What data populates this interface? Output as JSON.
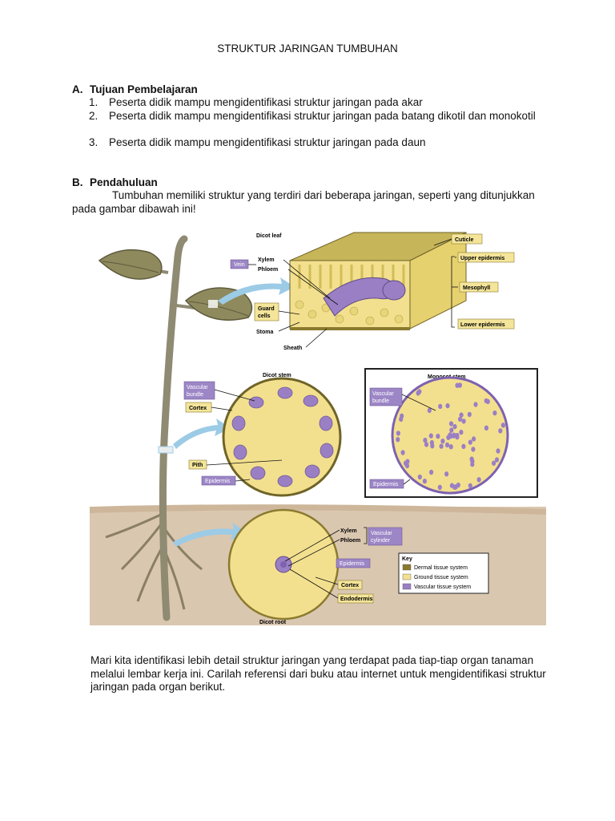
{
  "document": {
    "title": "STRUKTUR JARINGAN TUMBUHAN",
    "section_a": {
      "letter": "A.",
      "heading": "Tujuan Pembelajaran",
      "items": [
        {
          "num": "1.",
          "text": "Peserta didik mampu mengidentifikasi struktur jaringan pada akar"
        },
        {
          "num": "2.",
          "text": "Peserta didik mampu mengidentifikasi struktur jaringan pada batang dikotil dan monokotil"
        },
        {
          "num": "3.",
          "text": "Peserta didik mampu mengidentifikasi struktur jaringan pada daun"
        }
      ]
    },
    "section_b": {
      "letter": "B.",
      "heading": "Pendahuluan",
      "paragraph": "Tumbuhan memiliki struktur yang terdiri dari beberapa jaringan, seperti yang ditunjukkan pada gambar dibawah ini!"
    },
    "closing": "Mari kita identifikasi lebih detail struktur jaringan yang terdapat pada tiap-tiap organ tanaman melalui lembar kerja ini. Carilah referensi dari buku atau internet untuk mengidentifikasi struktur jaringan pada organ berikut."
  },
  "figure": {
    "leaf_title": "Dicot leaf",
    "leaf_labels": {
      "vein": "Vein",
      "xylem": "Xylem",
      "phloem": "Phloem",
      "guard": "Guard",
      "cells": "cells",
      "stoma": "Stoma",
      "sheath": "Sheath",
      "cuticle": "Cuticle",
      "upper_epidermis": "Upper epidermis",
      "mesophyll": "Mesophyll",
      "lower_epidermis": "Lower epidermis"
    },
    "dicot_stem_title": "Dicot stem",
    "dicot_stem_labels": {
      "vascular": "Vascular",
      "bundle": "bundle",
      "cortex": "Cortex",
      "pith": "Pith",
      "epidermis": "Epidermis"
    },
    "monocot_stem_title": "Monocot stem",
    "monocot_stem_labels": {
      "vascular": "Vascular",
      "bundle": "bundle",
      "epidermis": "Epidermis"
    },
    "root_title": "Dicot root",
    "root_labels": {
      "xylem": "Xylem",
      "phloem": "Phloem",
      "vascular": "Vascular",
      "cylinder": "cylinder",
      "epidermis": "Epidermis",
      "cortex": "Cortex",
      "endodermis": "Endodermis"
    },
    "key": {
      "title": "Key",
      "items": [
        {
          "label": "Dermal tissue system",
          "color": "#8a7a2e"
        },
        {
          "label": "Ground tissue system",
          "color": "#f3e08e"
        },
        {
          "label": "Vascular tissue system",
          "color": "#9b7fc4"
        }
      ]
    },
    "colors": {
      "ground": "#f3e08e",
      "dermal": "#8a7a2e",
      "vascular": "#9b7fc4",
      "vascular_dark": "#7e62b0",
      "label_box": "#f4e59a",
      "label_box_purple": "#9c86c6",
      "arrow": "#9ccbe6",
      "soil": "#dac7b0",
      "plant": "#8f8a72",
      "leaf": "#8e8a5e"
    }
  }
}
